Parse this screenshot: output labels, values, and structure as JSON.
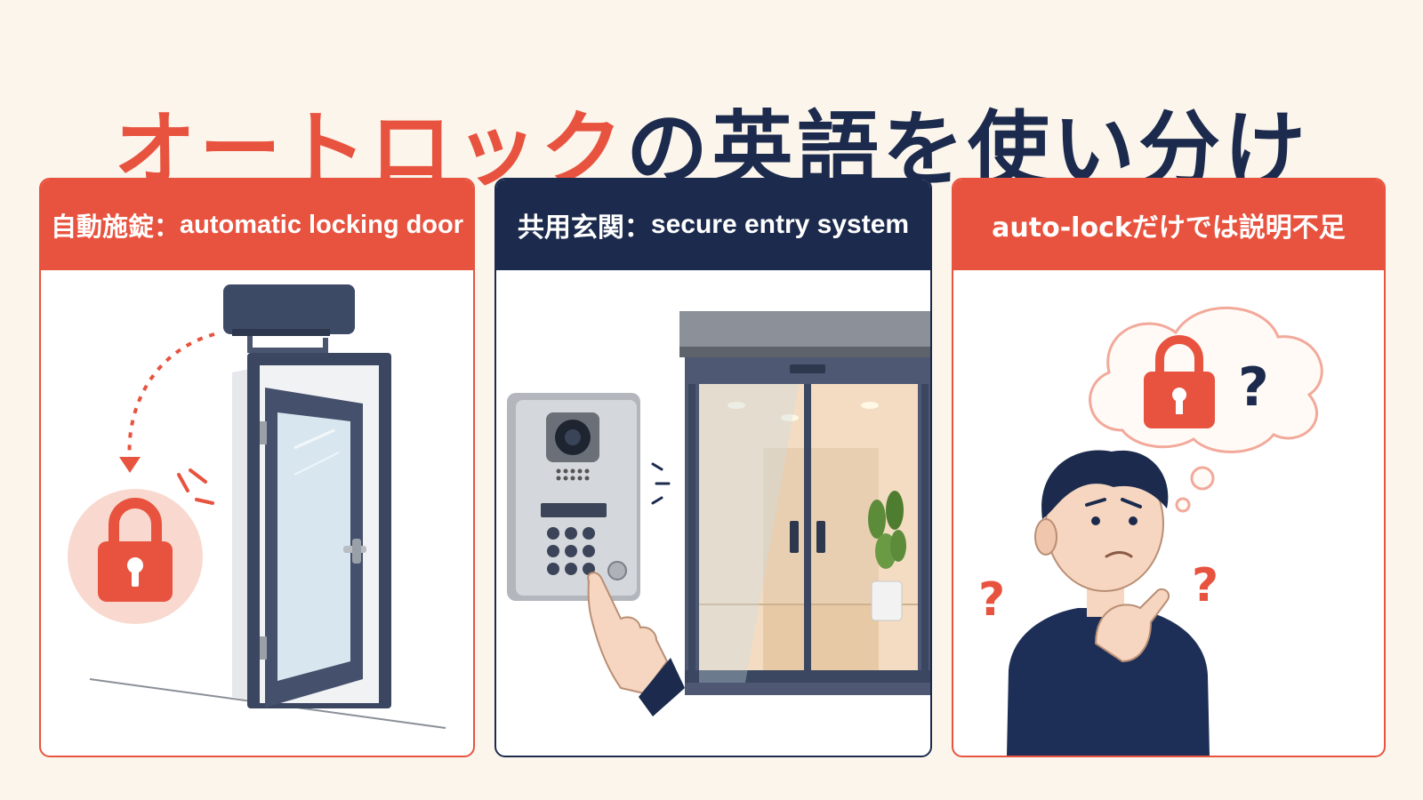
{
  "title": {
    "accent": "オートロック",
    "rest": "の英語を使い分け"
  },
  "panels": [
    {
      "jp": "自動施錠：",
      "en": "automatic locking door"
    },
    {
      "jp": "共用玄関：",
      "en": "secure entry system"
    },
    {
      "label": "auto-lockだけでは説明不足"
    }
  ],
  "colors": {
    "accent": "#e8533f",
    "navy": "#1c2b4d",
    "background": "#fbf5ec"
  },
  "icons": [
    "padlock-icon",
    "question-mark-icon",
    "door-closer-icon",
    "intercom-keypad-icon",
    "pointing-hand-icon",
    "thought-bubble-icon"
  ]
}
